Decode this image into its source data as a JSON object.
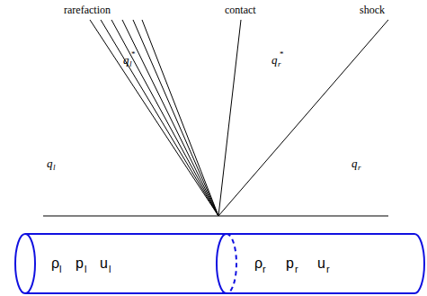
{
  "diagram": {
    "labels": [
      "rarefaction",
      "contact",
      "shock",
      "q",
      "l",
      "*",
      "q",
      "r",
      "*",
      "q",
      "l",
      "q",
      "r",
      "ρ",
      "l",
      "p",
      "l",
      "u",
      "l",
      "ρ",
      "r",
      "p",
      "r",
      "u",
      "r"
    ]
  }
}
